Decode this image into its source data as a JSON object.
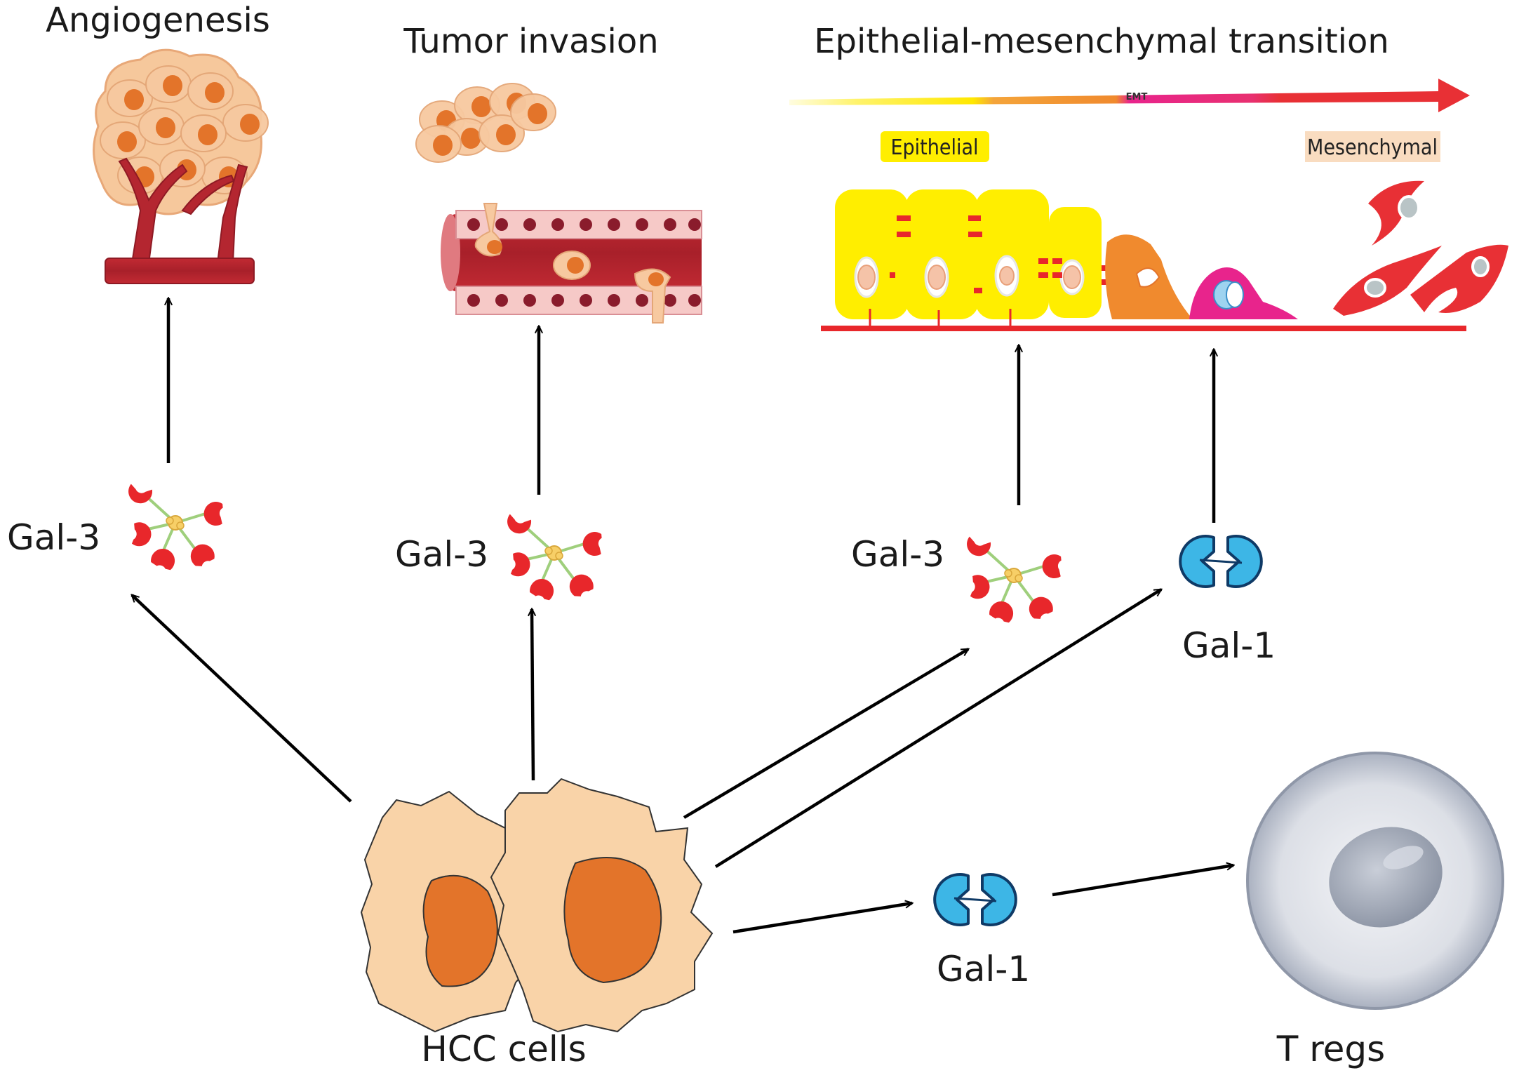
{
  "titles": {
    "angiogenesis": "Angiogenesis",
    "tumor_invasion": "Tumor invasion",
    "emt": "Epithelial-mesenchymal transition"
  },
  "emt_bar": {
    "center_label": "EMT",
    "epithelial": "Epithelial",
    "mesenchymal": "Mesenchymal"
  },
  "labels": {
    "gal3_angio": "Gal-3",
    "gal3_invasion": "Gal-3",
    "gal3_emt": "Gal-3",
    "gal1_emt": "Gal-1",
    "gal1_treg": "Gal-1",
    "hcc_cells": "HCC cells",
    "tregs": "T regs"
  },
  "colors": {
    "gal3_red": "#e8272b",
    "gal3_core": "#f7cf67",
    "gal3_linker": "#9fcf7c",
    "gal1_blue": "#3db6e6",
    "cell_skin": "#f9d3a8",
    "nucleus": "#e3742a",
    "vessel": "#b8242f",
    "epithelial_yellow": "#ffee00",
    "emt_orange": "#f08a2e",
    "emt_magenta": "#e8248c",
    "mesenchymal_red": "#e83035",
    "treg_gray": "#b7bdca"
  }
}
